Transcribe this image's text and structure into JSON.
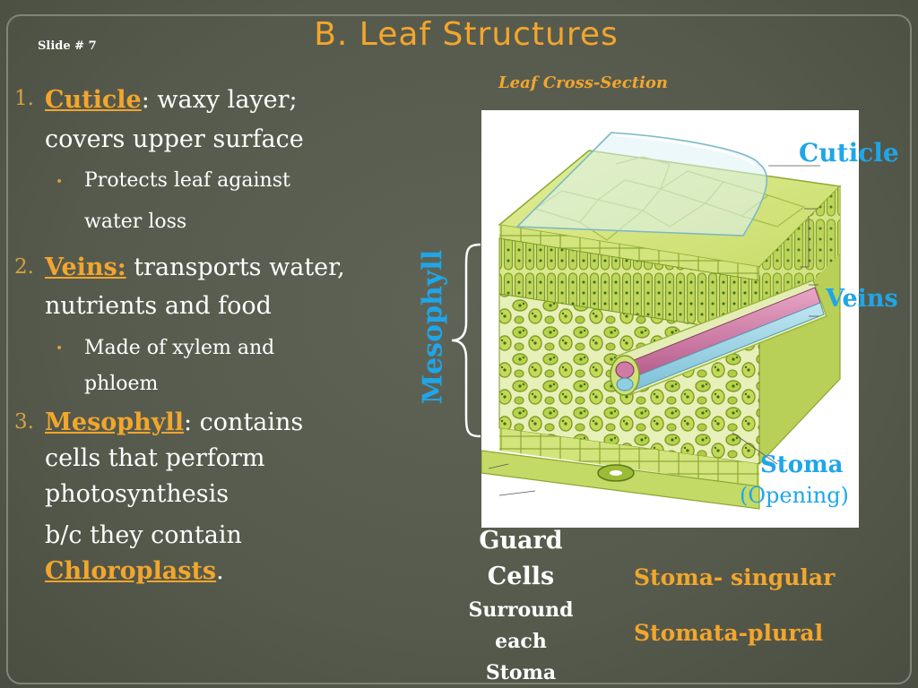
{
  "slide": {
    "number_label": "Slide # 7",
    "title": "B. Leaf Structures"
  },
  "items": [
    {
      "num": "1.",
      "term": "Cuticle",
      "line1_rest": ":  waxy layer;",
      "line2": "covers upper surface",
      "bullet_lines": [
        "Protects leaf against",
        "water loss"
      ]
    },
    {
      "num": "2.",
      "term": "Veins:",
      "line1_rest": " transports water,",
      "line2": "nutrients and food",
      "bullet_lines": [
        "Made of xylem and",
        "phloem"
      ]
    },
    {
      "num": "3.",
      "term": "Mesophyll",
      "line1_rest": ": contains",
      "line2": "cells that perform",
      "line3": "photosynthesis",
      "line4": "b/c they contain",
      "term2": "Chloroplasts",
      "term2_suffix": "."
    }
  ],
  "figure": {
    "caption": "Leaf Cross-Section",
    "labels": {
      "cuticle": "Cuticle",
      "veins": "Veins",
      "mesophyll": "Mesophyll",
      "stoma": "Stoma",
      "opening": "(Opening)"
    }
  },
  "guard_cells": {
    "line1": "Guard",
    "line2": "Cells",
    "line3": "Surround",
    "line4": "each",
    "line5": "Stoma"
  },
  "notes": {
    "singular": "Stoma- singular",
    "plural": "Stomata-plural"
  },
  "colors": {
    "accent_orange": "#f2a62d",
    "label_blue": "#1fa6e8",
    "background": "#5a5e50"
  }
}
